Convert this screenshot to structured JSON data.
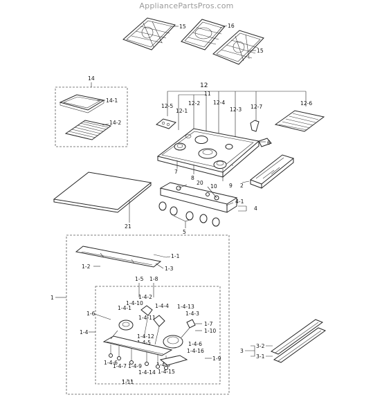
{
  "watermark": "AppliancePartsPros.com",
  "labels": {
    "p15a": "15",
    "p16": "16",
    "p15b": "15",
    "p14": "14",
    "p14_1": "14-1",
    "p14_2": "14-2",
    "p12": "12",
    "p11": "11",
    "p12_5": "12-5",
    "p12_1": "12-1",
    "p12_2": "12-2",
    "p12_4": "12-4",
    "p12_3": "12-3",
    "p12_7": "12-7",
    "p12_6": "12-6",
    "p6": "6",
    "p2": "2",
    "p7": "7",
    "p8": "8",
    "p10": "10",
    "p9": "9",
    "p20": "20",
    "p4_1": "4-1",
    "p4": "4",
    "p5": "5",
    "p21": "21",
    "p1_1": "1-1",
    "p1_2": "1-2",
    "p1_3": "1-3",
    "p1": "1",
    "p1_5": "1-5",
    "p1_8": "1-8",
    "p1_4_2": "1-4-2",
    "p1_4_10": "1-4-10",
    "p1_4_1": "1-4-1",
    "p1_6": "1-6",
    "p1_4_11": "1-4-11",
    "p1_4_4": "1-4-4",
    "p1_4_13": "1-4-13",
    "p1_4_3": "1-4-3",
    "p1_7": "1-7",
    "p1_10": "1-10",
    "p1_4": "1-4",
    "p1_4_12": "1-4-12",
    "p1_4_5": "1-4-5",
    "p1_4_16": "1-4-16",
    "p1_9": "1-9",
    "p1_4_6": "1-4-6",
    "p1_4_7": "1-4-7",
    "p1_4_9": "1-4-9",
    "p1_4_14": "1-4-14",
    "p1_4_8": "1-4-8",
    "p1_4_15": "1-4-15",
    "p1_11": "1-11",
    "p3": "3",
    "p3_2": "3-2",
    "p3_1": "3-1"
  }
}
